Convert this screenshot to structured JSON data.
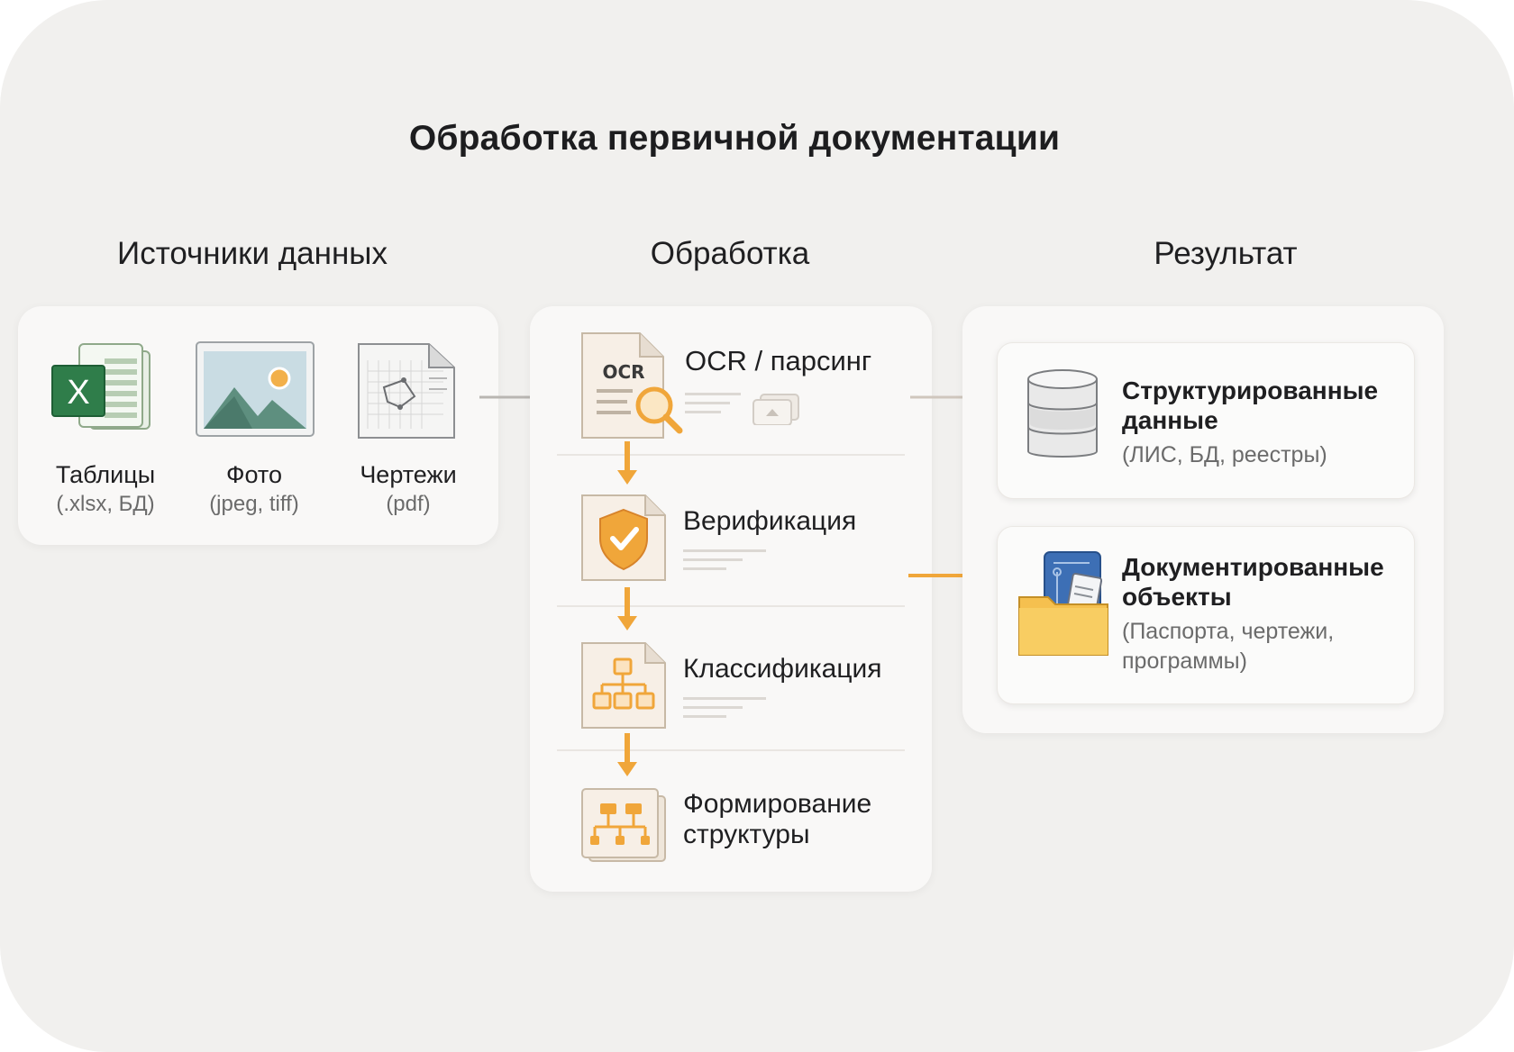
{
  "title": "Обработка первичной документации",
  "columns": {
    "sources": "Источники данных",
    "processing": "Обработка",
    "result": "Результат"
  },
  "sources": [
    {
      "label": "Таблицы",
      "sub": "(.xlsx, БД)",
      "icon": "spreadsheet-icon"
    },
    {
      "label": "Фото",
      "sub": "(jpeg, tiff)",
      "icon": "photo-icon"
    },
    {
      "label": "Чертежи",
      "sub": "(pdf)",
      "icon": "drawing-icon"
    }
  ],
  "steps": [
    {
      "title": "OCR / парсинг",
      "icon": "ocr-icon",
      "icon_text": "OCR"
    },
    {
      "title": "Верификация",
      "icon": "shield-check-icon"
    },
    {
      "title": "Классификация",
      "icon": "hierarchy-icon"
    },
    {
      "title": "Формирование структуры",
      "icon": "structure-icon"
    }
  ],
  "results": [
    {
      "title": "Структурированные данные",
      "sub": "(ЛИС, БД, реестры)",
      "icon": "database-icon"
    },
    {
      "title": "Документированные объекты",
      "sub": "(Паспорта, чертежи, программы)",
      "icon": "folder-documents-icon"
    }
  ],
  "colors": {
    "accent": "#f0a63a",
    "grey_arrow": "#b9b6b2",
    "background": "#f1f0ee"
  }
}
